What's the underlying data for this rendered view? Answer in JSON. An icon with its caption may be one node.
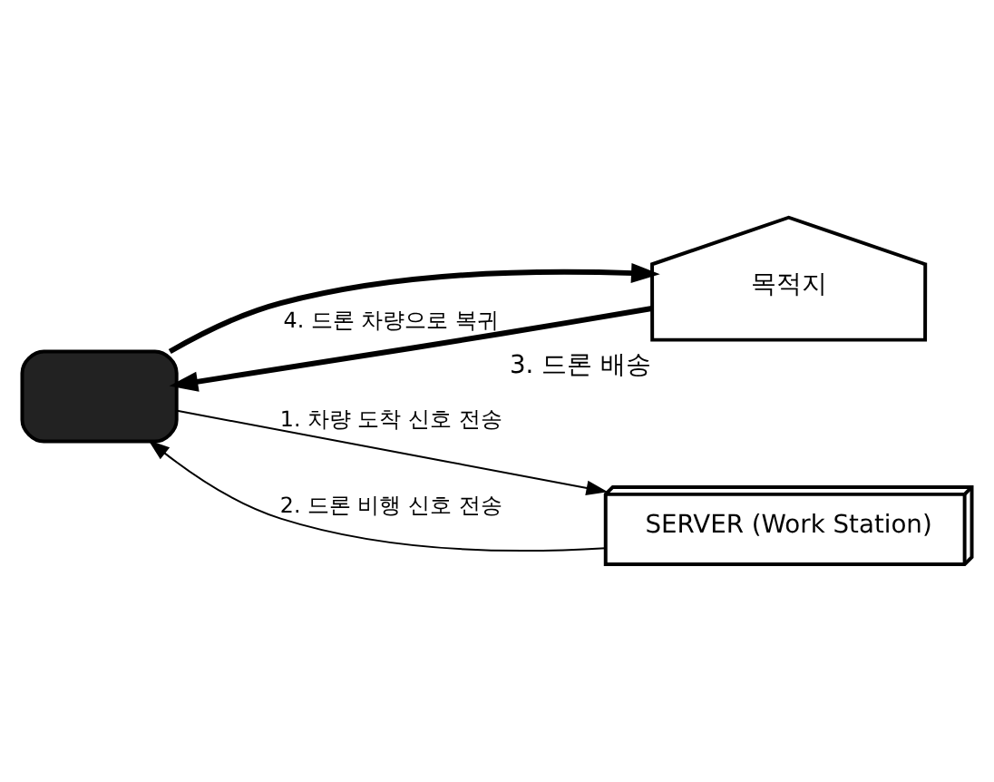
{
  "diagram": {
    "nodes": [
      {
        "text": [],
        "shape": "car"
      },
      {
        "text": [
          "목적지"
        ],
        "beside": [
          "3. 드론 배송"
        ]
      },
      {
        "text": [
          "SERVER (Work Station)"
        ]
      }
    ],
    "edges": [
      {
        "from": 0,
        "to": 1,
        "arrow": "to",
        "style": "thick"
      },
      {
        "from": 1,
        "to": 0,
        "arrow": "to",
        "style": "thick",
        "label": "4. 드론 차량으로 복귀"
      },
      {
        "from": 0,
        "to": 2,
        "arrow": "to",
        "label": "1. 차량 도착 신호 전송"
      },
      {
        "from": 2,
        "to": 0,
        "arrow": "to",
        "label": "2. 드론 비행 신호 전송"
      }
    ]
  }
}
